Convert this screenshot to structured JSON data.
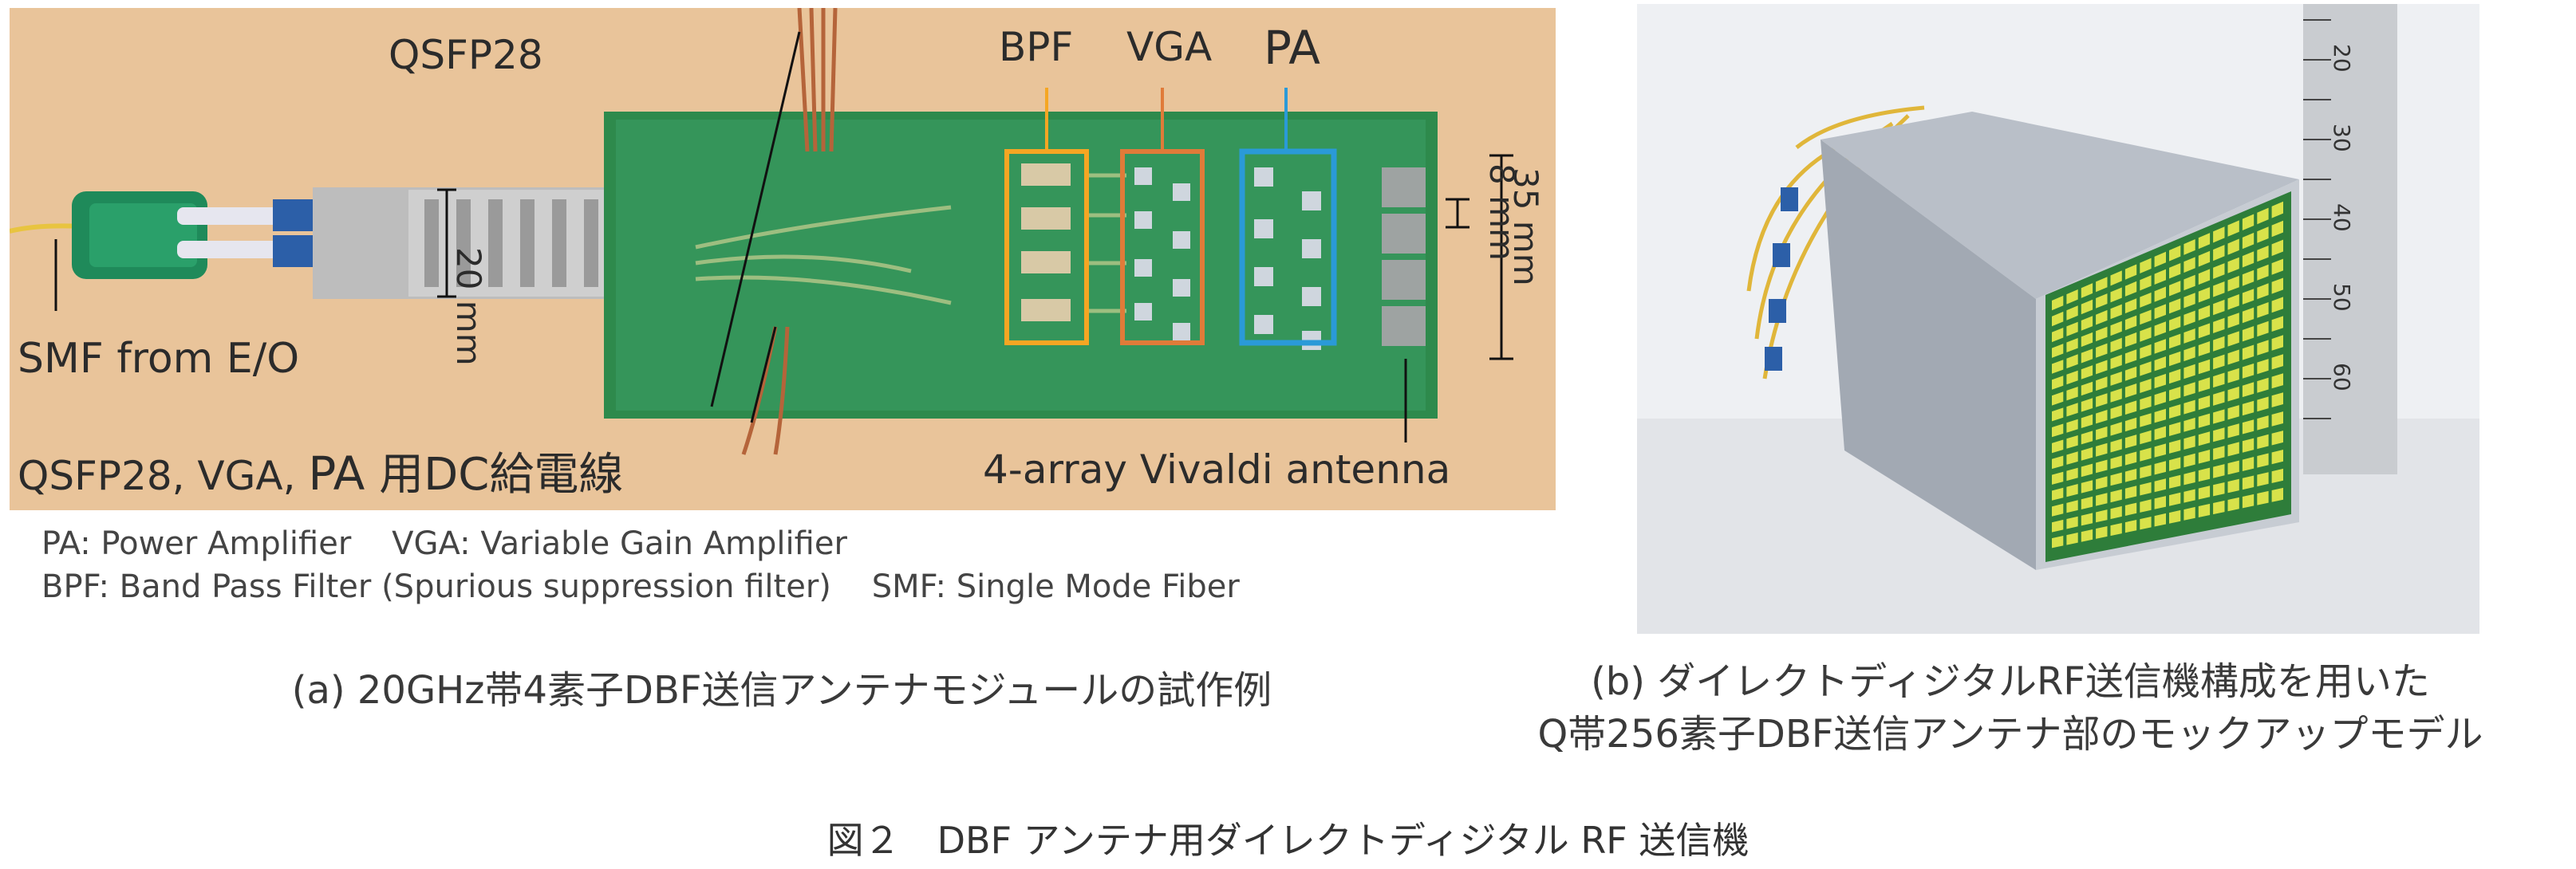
{
  "panel_a": {
    "labels": {
      "qsfp28": "QSFP28",
      "bpf": "BPF",
      "vga": "VGA",
      "pa": "PA",
      "dim_20mm": "20 mm",
      "dim_8mm": "8 mm",
      "dim_35mm": "35 mm",
      "smf_from_eo": "SMF from E/O",
      "dc_feed_prefix": "QSFP28, VGA, ",
      "dc_feed_pa": "PA",
      "dc_feed_suffix": " 用DC給電線",
      "antenna": "4-array Vivaldi antenna"
    },
    "legend_line1": "PA: Power Amplifier    VGA: Variable Gain Amplifier",
    "legend_line2": "BPF: Band Pass Filter (Spurious suppression filter)    SMF: Single Mode Fiber",
    "caption": "(a) 20GHz帯4素子DBF送信アンテナモジュールの試作例"
  },
  "panel_b": {
    "ruler_numbers": [
      "20",
      "30",
      "40",
      "50",
      "60"
    ],
    "caption_line1": "(b) ダイレクトディジタルRF送信機構成を用いた",
    "caption_line2": "Q帯256素子DBF送信アンテナ部のモックアップモデル"
  },
  "figure_title": "図２　DBF アンテナ用ダイレクトディジタル RF 送信機",
  "colors": {
    "bpf_box": "#f5a623",
    "vga_box": "#e07b39",
    "pa_box": "#2a9ad8",
    "photo_a_bg": "#e9c49a",
    "pcb_green": "#2e8a4c",
    "array_yellow": "#d8e24a"
  }
}
